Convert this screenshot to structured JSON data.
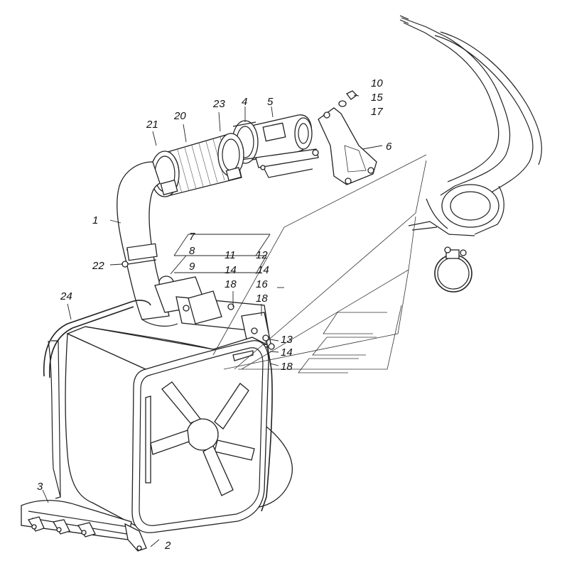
{
  "diagram": {
    "labels": [
      {
        "id": "1",
        "text": "1"
      },
      {
        "id": "2",
        "text": "2"
      },
      {
        "id": "3",
        "text": "3"
      },
      {
        "id": "4",
        "text": "4"
      },
      {
        "id": "5",
        "text": "5"
      },
      {
        "id": "6",
        "text": "6"
      },
      {
        "id": "7",
        "text": "7"
      },
      {
        "id": "8",
        "text": "8"
      },
      {
        "id": "9",
        "text": "9"
      },
      {
        "id": "10",
        "text": "10"
      },
      {
        "id": "11",
        "text": "11"
      },
      {
        "id": "12",
        "text": "12"
      },
      {
        "id": "13",
        "text": "13"
      },
      {
        "id": "14a",
        "text": "14"
      },
      {
        "id": "14b",
        "text": "14"
      },
      {
        "id": "14c",
        "text": "14"
      },
      {
        "id": "15",
        "text": "15"
      },
      {
        "id": "16",
        "text": "16"
      },
      {
        "id": "17",
        "text": "17"
      },
      {
        "id": "18a",
        "text": "18"
      },
      {
        "id": "18b",
        "text": "18"
      },
      {
        "id": "18c",
        "text": "18"
      },
      {
        "id": "20",
        "text": "20"
      },
      {
        "id": "21",
        "text": "21"
      },
      {
        "id": "22",
        "text": "22"
      },
      {
        "id": "23",
        "text": "23"
      },
      {
        "id": "24",
        "text": "24"
      }
    ]
  }
}
